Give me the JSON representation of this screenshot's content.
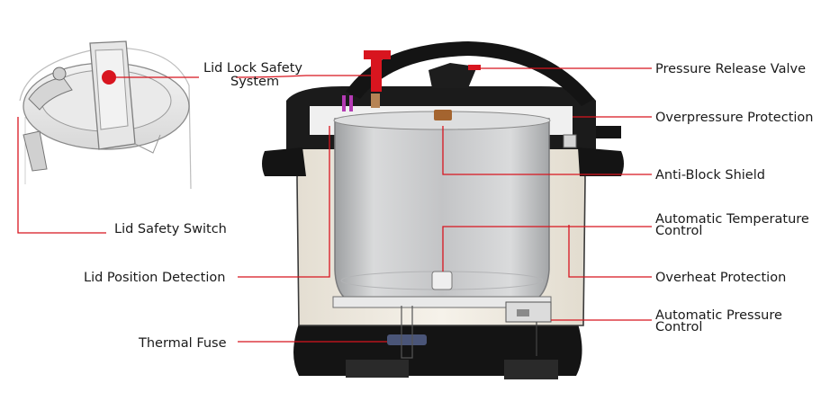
{
  "colors": {
    "accent": "#d8151f",
    "body_cream": "#f1ece1",
    "inner_pot": "#c9cacb",
    "black": "#111111"
  },
  "labels": {
    "lid_lock_line1": "Lid Lock Safety",
    "lid_lock_line2": "System",
    "lid_safety_switch": "Lid Safety Switch",
    "lid_position_detection": "Lid Position Detection",
    "thermal_fuse": "Thermal Fuse",
    "pressure_release_valve": "Pressure Release Valve",
    "overpressure_protection": "Overpressure Protection",
    "anti_block_shield": "Anti-Block Shield",
    "auto_temp_line1": "Automatic Temperature",
    "auto_temp_line2": "Control",
    "overheat_protection": "Overheat Protection",
    "auto_pressure_line1": "Automatic Pressure",
    "auto_pressure_line2": "Control"
  }
}
